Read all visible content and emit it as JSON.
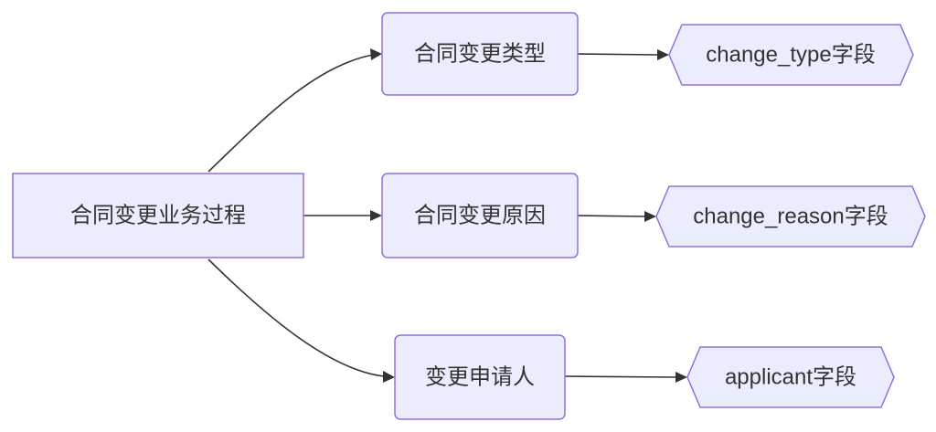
{
  "diagram": {
    "type": "flowchart",
    "direction": "left-to-right",
    "nodes": [
      {
        "id": "root",
        "label": "合同变更业务过程",
        "shape": "rectangle"
      },
      {
        "id": "type",
        "label": "合同变更类型",
        "shape": "rounded"
      },
      {
        "id": "reason",
        "label": "合同变更原因",
        "shape": "rounded"
      },
      {
        "id": "applicant",
        "label": "变更申请人",
        "shape": "rounded"
      },
      {
        "id": "type_field",
        "label": "change_type字段",
        "shape": "hexagon"
      },
      {
        "id": "reason_field",
        "label": "change_reason字段",
        "shape": "hexagon"
      },
      {
        "id": "applicant_field",
        "label": "applicant字段",
        "shape": "hexagon"
      }
    ],
    "edges": [
      {
        "from": "root",
        "to": "type"
      },
      {
        "from": "root",
        "to": "reason"
      },
      {
        "from": "root",
        "to": "applicant"
      },
      {
        "from": "type",
        "to": "type_field"
      },
      {
        "from": "reason",
        "to": "reason_field"
      },
      {
        "from": "applicant",
        "to": "applicant_field"
      }
    ],
    "colors": {
      "node_fill": "#ececff",
      "node_stroke": "#9370db",
      "edge": "#333333",
      "text": "#333333",
      "background": "#ffffff"
    }
  }
}
